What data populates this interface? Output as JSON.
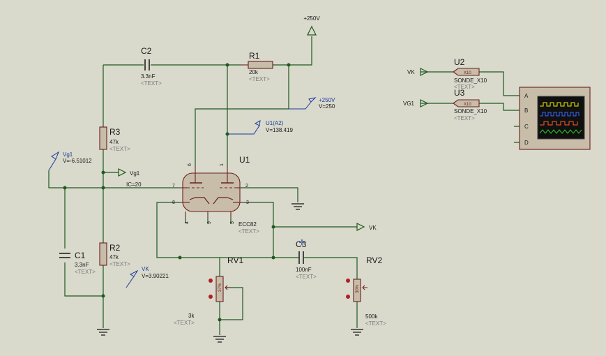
{
  "supply": {
    "label": "+250V"
  },
  "components": {
    "C2": {
      "ref": "C2",
      "value": "3.3nF",
      "text": "<TEXT>"
    },
    "R1": {
      "ref": "R1",
      "value": "20k",
      "text": "<TEXT>"
    },
    "R3": {
      "ref": "R3",
      "value": "47k",
      "text": "<TEXT>"
    },
    "R2": {
      "ref": "R2",
      "value": "47k",
      "text": "<TEXT>"
    },
    "C1": {
      "ref": "C1",
      "value": "3.3nF",
      "text": "<TEXT>"
    },
    "C3": {
      "ref": "C3",
      "value": "100nF",
      "text": "<TEXT>"
    },
    "U1": {
      "ref": "U1",
      "value": "ECC82",
      "text": "<TEXT>"
    },
    "RV1": {
      "ref": "RV1",
      "value": "3k",
      "text": "<TEXT>"
    },
    "RV2": {
      "ref": "RV2",
      "value": "500k",
      "text": "<TEXT>"
    },
    "U2": {
      "ref": "U2",
      "value": "SONDE_X10",
      "text": "<TEXT>",
      "inner": "X10"
    },
    "U3": {
      "ref": "U3",
      "value": "SONDE_X10",
      "text": "<TEXT>",
      "inner": "X10"
    }
  },
  "tube_pins": [
    "6",
    "1",
    "7",
    "2",
    "8",
    "3",
    "4",
    "9",
    "5"
  ],
  "probes": {
    "vg1": {
      "name": "Vg1",
      "value": "V=-6.51012"
    },
    "u1a2": {
      "name": "U1(A2)",
      "value": "V=138.419"
    },
    "p250": {
      "name": "+250V",
      "value": "V=250"
    },
    "vk": {
      "name": "VK",
      "value": "V=3.90221"
    }
  },
  "terminals": {
    "vg1_out": "Vg1",
    "vk_out": "VK",
    "vk_in": "VK",
    "vg1_in": "VG1"
  },
  "ic_label": "IC=20",
  "pot_percent": "37%",
  "pot2_percent": "30%",
  "scope": {
    "channels": [
      "A",
      "B",
      "C",
      "D"
    ]
  }
}
